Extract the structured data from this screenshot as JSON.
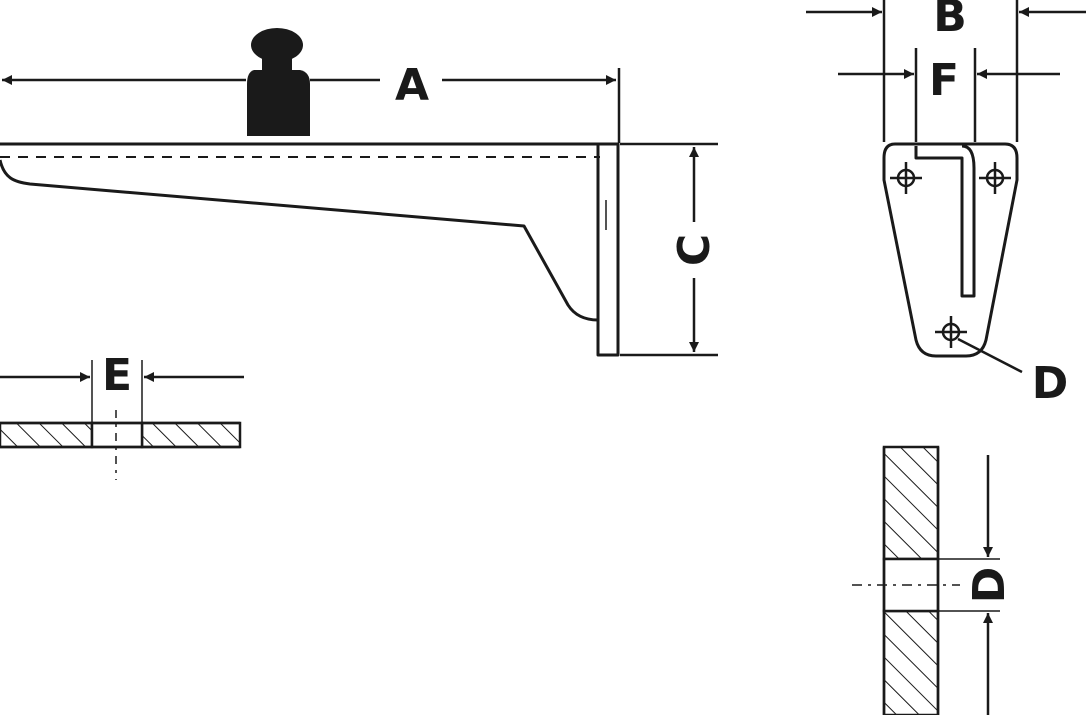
{
  "diagram": {
    "labels": {
      "a": "A",
      "b": "B",
      "c": "C",
      "d_front": "D",
      "d_section": "D",
      "e": "E",
      "f": "F"
    },
    "colors": {
      "ink": "#1a1a1a",
      "background": "#ffffff"
    }
  }
}
